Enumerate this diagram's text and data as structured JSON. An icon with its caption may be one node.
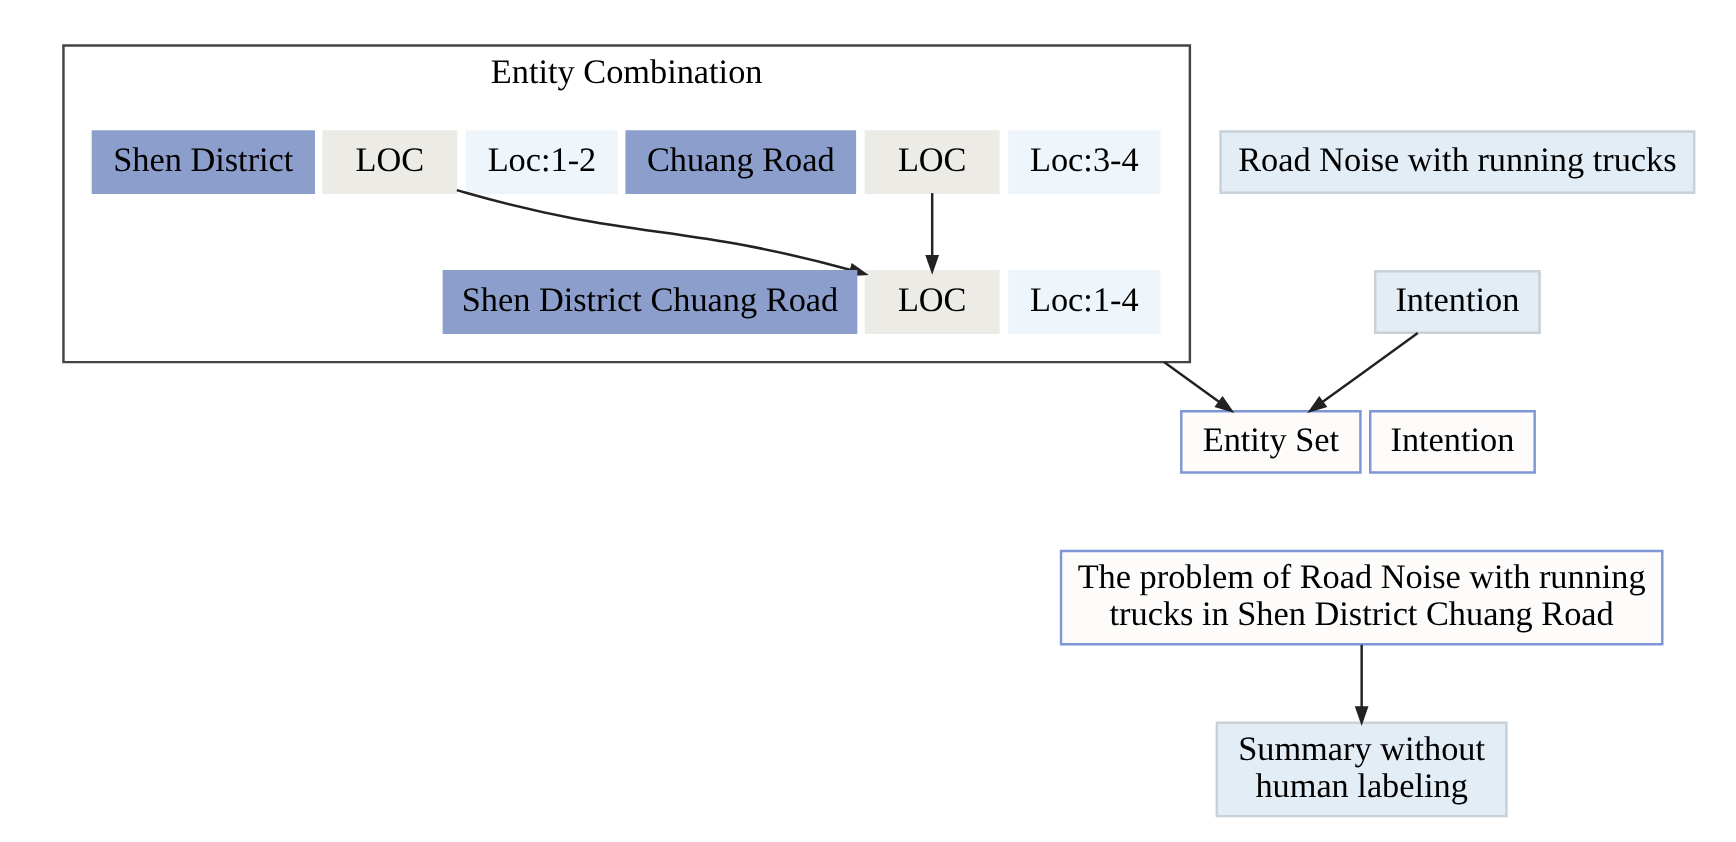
{
  "diagram": {
    "nodes": [
      {
        "text": [
          "Entity Combination"
        ]
      },
      {
        "text": [
          "Shen District"
        ],
        "in": 0
      },
      {
        "text": [
          "LOC"
        ],
        "in": 0
      },
      {
        "text": [
          "Loc:1-2"
        ],
        "in": 0
      },
      {
        "text": [
          "Chuang Road"
        ],
        "in": 0
      },
      {
        "text": [
          "LOC"
        ],
        "in": 0
      },
      {
        "text": [
          "Loc:3-4"
        ],
        "in": 0
      },
      {
        "text": [
          "Shen District Chuang Road"
        ],
        "in": 0
      },
      {
        "text": [
          "LOC"
        ],
        "in": 0
      },
      {
        "text": [
          "Loc:1-4"
        ],
        "in": 0
      },
      {
        "text": [
          "Road Noise with running trucks"
        ]
      },
      {
        "text": [
          "Intention"
        ]
      },
      {
        "text": [
          "Entity Set"
        ]
      },
      {
        "text": [
          "Intention"
        ]
      },
      {
        "text": [
          "The problem of Road Noise with running trucks in Shen District Chuang Road"
        ]
      },
      {
        "text": [
          "Summary without human labeling"
        ]
      }
    ],
    "edges": [
      {
        "from": 2,
        "to": 8,
        "arrow": "to"
      },
      {
        "from": 5,
        "to": 8,
        "arrow": "to"
      },
      {
        "from": 0,
        "to": 12,
        "arrow": "to"
      },
      {
        "from": 11,
        "to": 12,
        "arrow": "to"
      },
      {
        "from": 14,
        "to": 15,
        "arrow": "to"
      }
    ]
  }
}
